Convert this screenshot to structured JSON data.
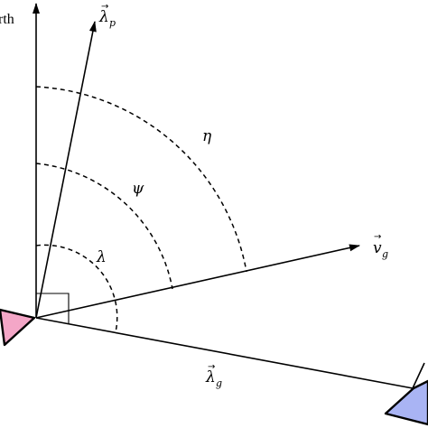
{
  "labels": {
    "north": "rth",
    "lambda_p": {
      "symbol": "λ",
      "subscript": "p",
      "accent": "→"
    },
    "v_g": {
      "symbol": "v",
      "subscript": "g",
      "accent": "→"
    },
    "lambda_g": {
      "symbol": "λ",
      "subscript": "g",
      "accent": "→"
    },
    "angle_lambda": "λ",
    "angle_psi": "ψ",
    "angle_eta": "η"
  },
  "colors": {
    "ground_marker": "#f4a6c7",
    "target_marker": "#a9b4f4",
    "stroke": "#000000"
  }
}
